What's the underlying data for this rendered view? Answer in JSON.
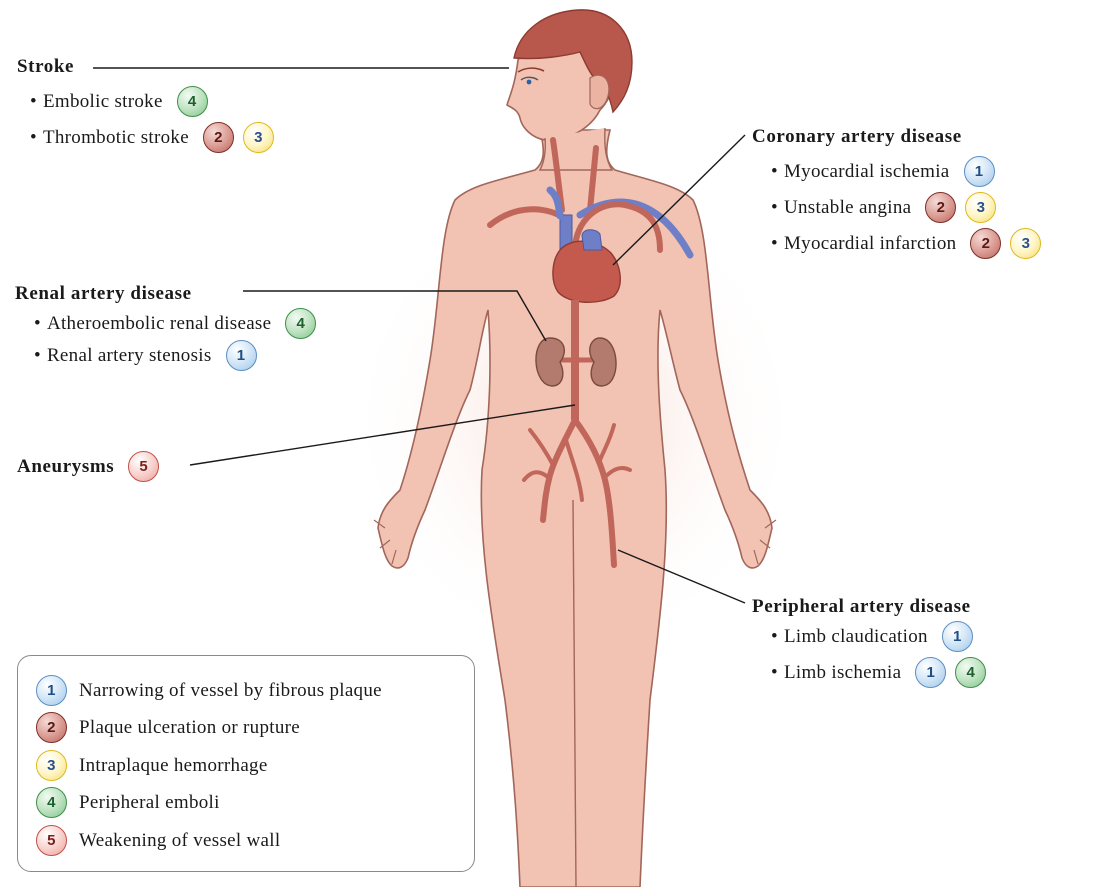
{
  "stroke": {
    "heading": "Stroke",
    "items": [
      {
        "label": "Embolic stroke",
        "badges": [
          "4"
        ]
      },
      {
        "label": "Thrombotic stroke",
        "badges": [
          "2",
          "3"
        ]
      }
    ]
  },
  "coronary": {
    "heading": "Coronary artery disease",
    "items": [
      {
        "label": "Myocardial ischemia",
        "badges": [
          "1"
        ]
      },
      {
        "label": "Unstable angina",
        "badges": [
          "2",
          "3"
        ]
      },
      {
        "label": "Myocardial infarction",
        "badges": [
          "2",
          "3"
        ]
      }
    ]
  },
  "renal": {
    "heading": "Renal artery disease",
    "items": [
      {
        "label": "Atheroembolic renal disease",
        "badges": [
          "4"
        ]
      },
      {
        "label": "Renal artery stenosis",
        "badges": [
          "1"
        ]
      }
    ]
  },
  "aneurysms": {
    "heading": "Aneurysms",
    "badges": [
      "5"
    ]
  },
  "peripheral": {
    "heading": "Peripheral artery disease",
    "items": [
      {
        "label": "Limb claudication",
        "badges": [
          "1"
        ]
      },
      {
        "label": "Limb ischemia",
        "badges": [
          "1",
          "4"
        ]
      }
    ]
  },
  "legend": [
    {
      "number": "1",
      "label": "Narrowing of vessel by fibrous plaque"
    },
    {
      "number": "2",
      "label": "Plaque ulceration or rupture"
    },
    {
      "number": "3",
      "label": "Intraplaque hemorrhage"
    },
    {
      "number": "4",
      "label": "Peripheral emboli"
    },
    {
      "number": "5",
      "label": "Weakening of vessel wall"
    }
  ],
  "colors": {
    "skin": "#f2c2b2",
    "skin_outline": "#a2665a",
    "hair": "#b8574b",
    "artery": "#c1665a",
    "vein": "#6f7fc7",
    "heart": "#c45a4e",
    "kidney": "#b37a6e"
  }
}
